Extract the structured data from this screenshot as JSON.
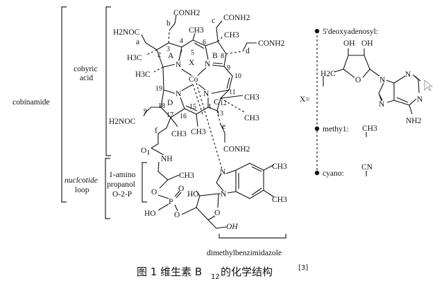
{
  "labels": {
    "cobinamide": "cobinamide",
    "cobyric": "cobyric",
    "acid": "acid",
    "nucleotide": "nuclcotide",
    "loop": "loop",
    "amino1": "1-amino",
    "propanol": "propanol",
    "o2p": "O-2-P",
    "dmb": "dimethylbenzimidazole",
    "x_eq": "X=",
    "deoxyadenosyl": "5'deoxyadenosyl:",
    "methyl": "methy1:",
    "cyano": "cyano:"
  },
  "atoms": {
    "conh2": "CONH2",
    "h2noc": "H2NOC",
    "ch3": "CH3",
    "h3c": "H3C",
    "co": "Co",
    "n": "N",
    "o": "O",
    "p": "P",
    "ho": "HO",
    "oh": "OH",
    "nh": "NH",
    "nh2": "NH2",
    "h2c": "H2C",
    "cn": "CN",
    "x": "X",
    "a": "a",
    "b": "b",
    "c": "c",
    "d": "d",
    "e": "e",
    "f": "f",
    "ringA": "A",
    "ringB": "B",
    "ringC": "C",
    "ringD": "D",
    "n2": "2",
    "n3": "3",
    "n4": "4",
    "n5": "5",
    "n6": "6",
    "n8": "8",
    "n9": "9",
    "n10": "10",
    "n11": "11",
    "n12": "12",
    "n13": "13",
    "n14": "4",
    "n15": "15",
    "n16": "16",
    "n17": "17",
    "n18": "18",
    "n19": "19"
  },
  "caption": {
    "prefix": "图 1 维生素 B",
    "subscript": "12",
    "suffix": "的化学结构",
    "ref": "[3]"
  }
}
